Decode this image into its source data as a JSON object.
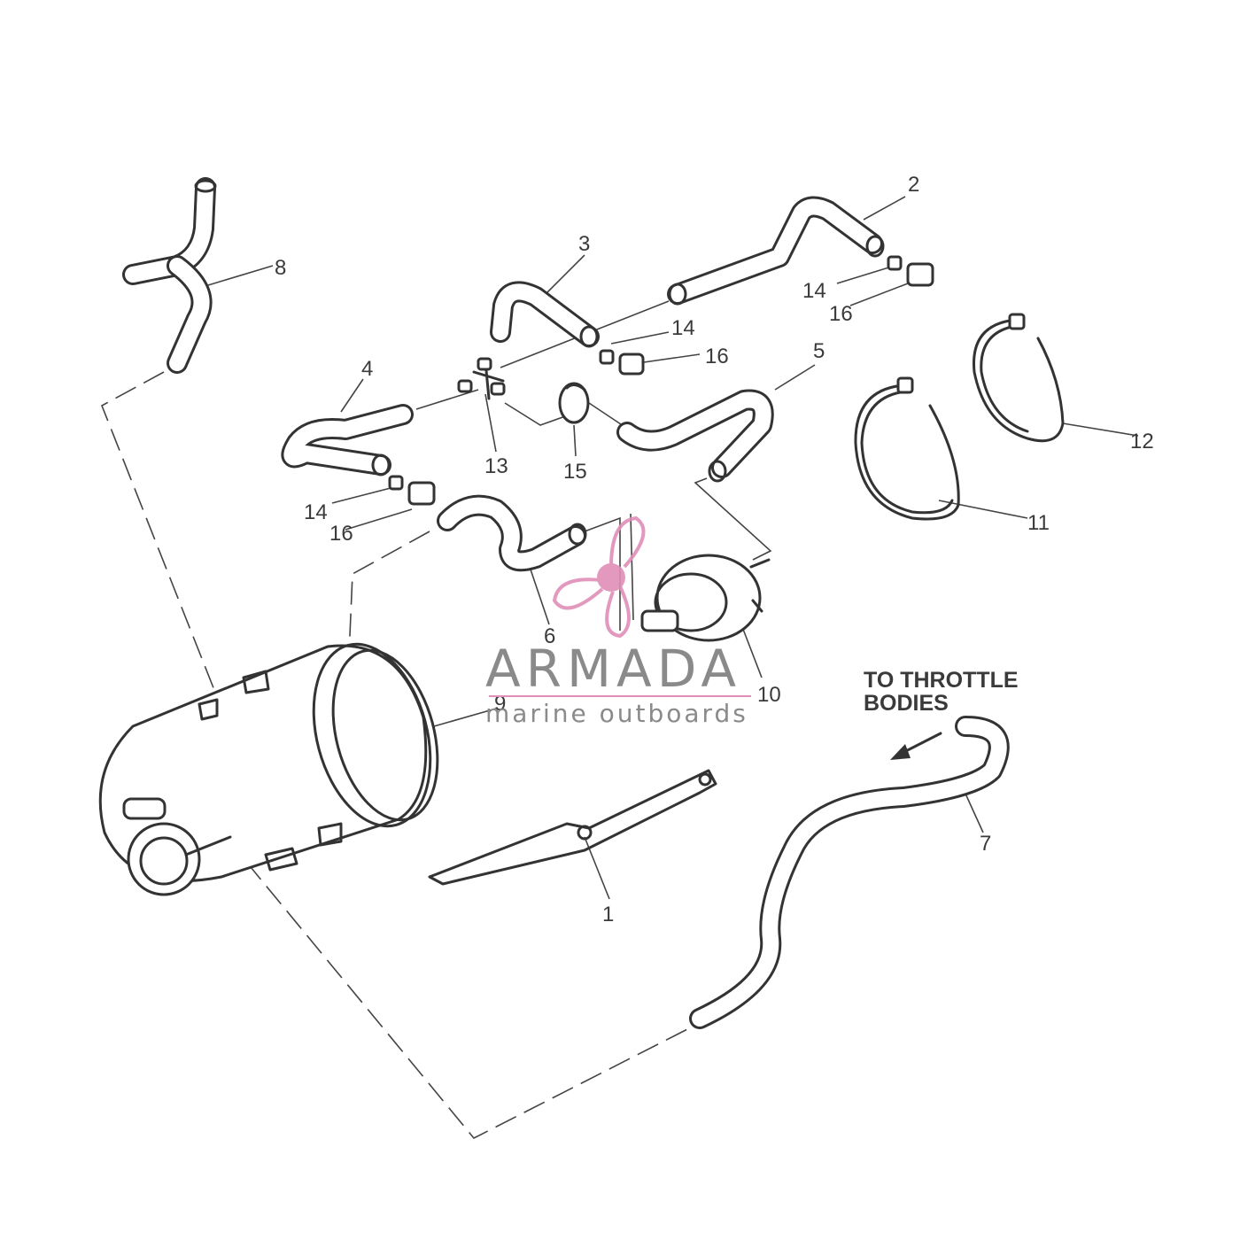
{
  "diagram": {
    "callouts": [
      "1",
      "2",
      "3",
      "4",
      "5",
      "6",
      "7",
      "8",
      "9",
      "10",
      "11",
      "12",
      "13",
      "14",
      "15",
      "16"
    ],
    "note_line1": "TO THROTTLE",
    "note_line2": "BODIES"
  },
  "watermark": {
    "brand": "ARMADA",
    "tagline": "marine outboards",
    "icon": "propeller-icon",
    "color_brand": "#8a8a8a",
    "color_accent": "#e08fb8"
  }
}
